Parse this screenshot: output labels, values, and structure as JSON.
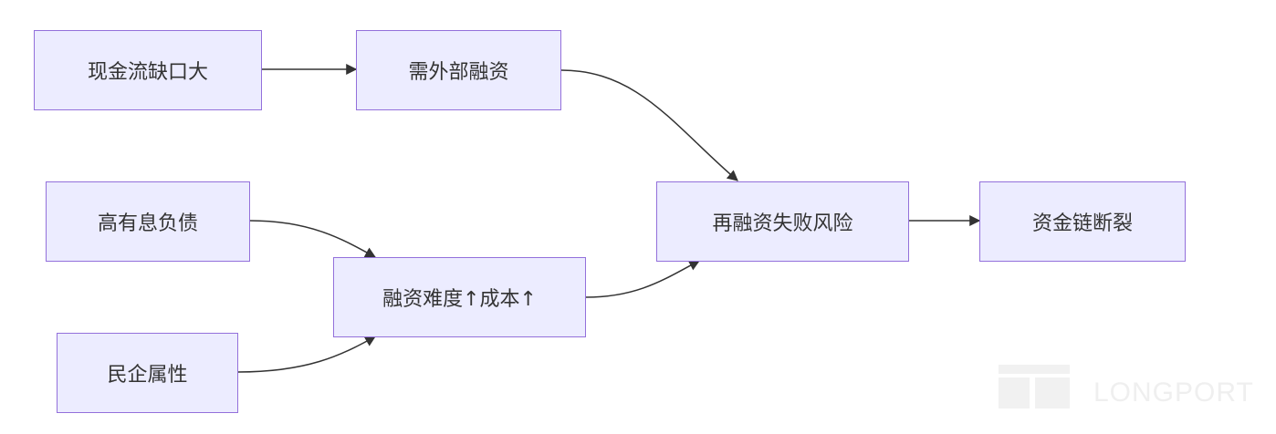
{
  "diagram": {
    "nodes": [
      {
        "id": "n1",
        "label": "现金流缺口大"
      },
      {
        "id": "n2",
        "label": "需外部融资"
      },
      {
        "id": "n3",
        "label": "高有息负债"
      },
      {
        "id": "n4",
        "label": "融资难度↑成本↑"
      },
      {
        "id": "n5",
        "label": "民企属性"
      },
      {
        "id": "n6",
        "label": "再融资失败风险"
      },
      {
        "id": "n7",
        "label": "资金链断裂"
      }
    ],
    "edges": [
      {
        "from": "现金流缺口大",
        "to": "需外部融资"
      },
      {
        "from": "需外部融资",
        "to": "再融资失败风险"
      },
      {
        "from": "高有息负债",
        "to": "融资难度↑成本↑"
      },
      {
        "from": "民企属性",
        "to": "融资难度↑成本↑"
      },
      {
        "from": "融资难度↑成本↑",
        "to": "再融资失败风险"
      },
      {
        "from": "再融资失败风险",
        "to": "资金链断裂"
      }
    ],
    "colors": {
      "node_fill": "#ececff",
      "node_border": "#9370db",
      "edge": "#333333"
    }
  },
  "watermark": {
    "text": "LONGPORT"
  }
}
